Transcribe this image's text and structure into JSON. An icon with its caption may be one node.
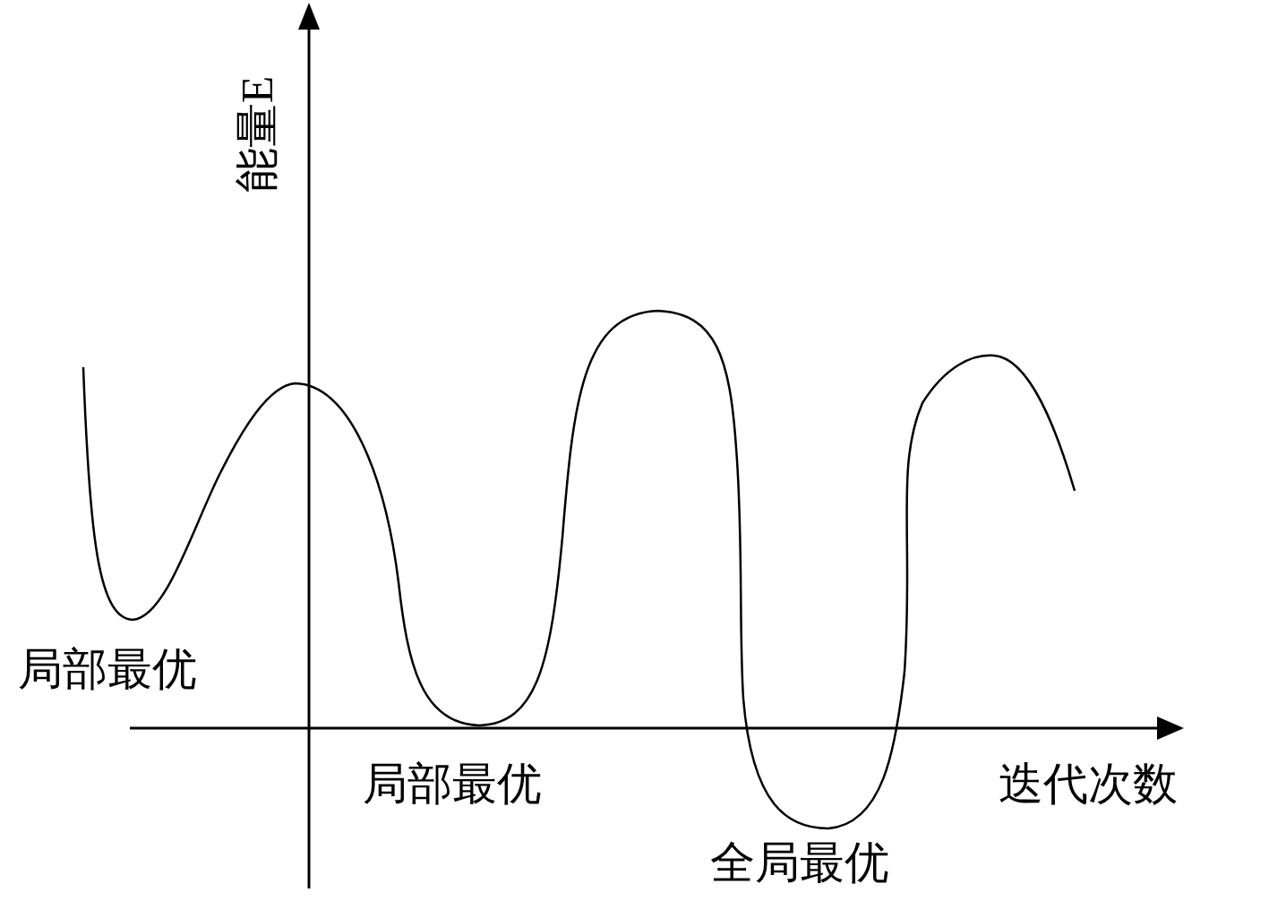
{
  "diagram": {
    "labels": [
      "能量E",
      "局部最优",
      "局部最优",
      "全局最优",
      "迭代次数"
    ]
  }
}
